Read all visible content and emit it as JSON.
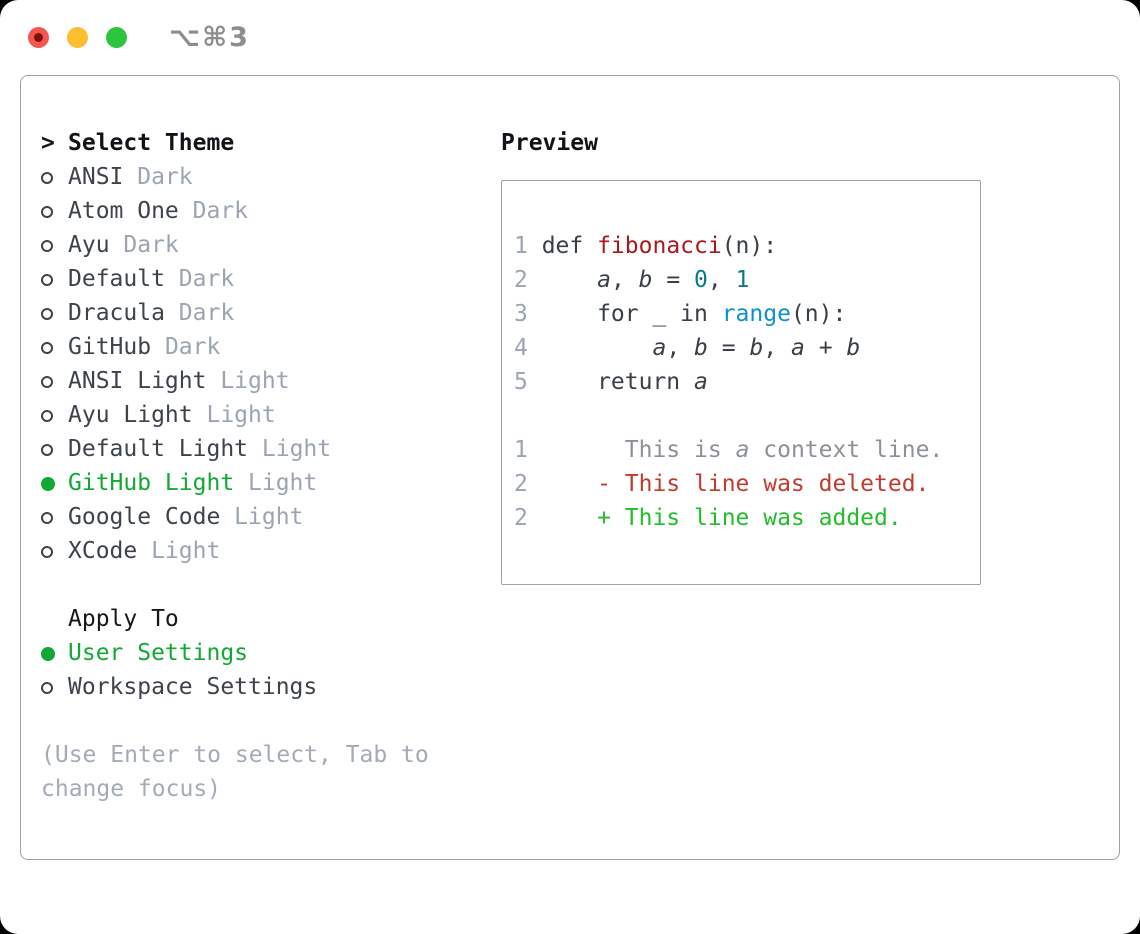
{
  "titlebar": {
    "shortcut_label": "⌥⌘3",
    "buttons": [
      "close",
      "minimize",
      "zoom"
    ]
  },
  "colors": {
    "selected_green": "#12a833",
    "muted_gray": "#9ba5b1",
    "hint_gray": "#a3abb6",
    "panel_border": "#99a1ac",
    "function_red": "#a7191f",
    "number_teal": "#0c7b80",
    "call_blue": "#1090c8",
    "diff_deleted_red": "#c23b2e",
    "diff_added_green": "#23bd2c",
    "traffic_red": "#f4564f",
    "traffic_yellow": "#fcbe31",
    "traffic_green": "#2cc53e"
  },
  "theme_panel": {
    "header": {
      "cursor": ">",
      "label": "Select Theme"
    },
    "items": [
      {
        "name": "ANSI",
        "variant": "Dark",
        "selected": false
      },
      {
        "name": "Atom One",
        "variant": "Dark",
        "selected": false
      },
      {
        "name": "Ayu",
        "variant": "Dark",
        "selected": false
      },
      {
        "name": "Default",
        "variant": "Dark",
        "selected": false
      },
      {
        "name": "Dracula",
        "variant": "Dark",
        "selected": false
      },
      {
        "name": "GitHub",
        "variant": "Dark",
        "selected": false
      },
      {
        "name": "ANSI Light",
        "variant": "Light",
        "selected": false
      },
      {
        "name": "Ayu Light",
        "variant": "Light",
        "selected": false
      },
      {
        "name": "Default Light",
        "variant": "Light",
        "selected": false
      },
      {
        "name": "GitHub Light",
        "variant": "Light",
        "selected": true
      },
      {
        "name": "Google Code",
        "variant": "Light",
        "selected": false
      },
      {
        "name": "XCode",
        "variant": "Light",
        "selected": false
      }
    ],
    "apply_to": {
      "label": "Apply To",
      "options": [
        {
          "name": "User Settings",
          "selected": true
        },
        {
          "name": "Workspace Settings",
          "selected": false
        }
      ]
    },
    "hint": "(Use Enter to select, Tab to\nchange focus)"
  },
  "preview": {
    "label": "Preview",
    "lines": [
      {
        "num": "1",
        "segments": [
          {
            "text": "def ",
            "style": "plain"
          },
          {
            "text": "fibonacci",
            "style": "func"
          },
          {
            "text": "(n):",
            "style": "plain"
          }
        ]
      },
      {
        "num": "2",
        "segments": [
          {
            "text": "    ",
            "style": "plain"
          },
          {
            "text": "a",
            "style": "var"
          },
          {
            "text": ", ",
            "style": "plain"
          },
          {
            "text": "b",
            "style": "var"
          },
          {
            "text": " = ",
            "style": "plain"
          },
          {
            "text": "0",
            "style": "num"
          },
          {
            "text": ", ",
            "style": "plain"
          },
          {
            "text": "1",
            "style": "num"
          }
        ]
      },
      {
        "num": "3",
        "segments": [
          {
            "text": "    for _ in ",
            "style": "plain"
          },
          {
            "text": "range",
            "style": "call"
          },
          {
            "text": "(n):",
            "style": "plain"
          }
        ]
      },
      {
        "num": "4",
        "segments": [
          {
            "text": "        ",
            "style": "plain"
          },
          {
            "text": "a",
            "style": "var"
          },
          {
            "text": ", ",
            "style": "plain"
          },
          {
            "text": "b",
            "style": "var"
          },
          {
            "text": " = ",
            "style": "plain"
          },
          {
            "text": "b",
            "style": "var"
          },
          {
            "text": ", ",
            "style": "plain"
          },
          {
            "text": "a",
            "style": "var"
          },
          {
            "text": " + ",
            "style": "plain"
          },
          {
            "text": "b",
            "style": "var"
          }
        ]
      },
      {
        "num": "5",
        "segments": [
          {
            "text": "    return ",
            "style": "plain"
          },
          {
            "text": "a",
            "style": "var"
          }
        ]
      },
      {
        "num": "",
        "segments": []
      },
      {
        "num": "1",
        "segments": [
          {
            "text": "      This is ",
            "style": "ctx"
          },
          {
            "text": "a",
            "style": "ctxvar"
          },
          {
            "text": " context line.",
            "style": "ctx"
          }
        ]
      },
      {
        "num": "2",
        "segments": [
          {
            "text": "    - This line was deleted.",
            "style": "del"
          }
        ]
      },
      {
        "num": "2",
        "segments": [
          {
            "text": "    + This line was added.",
            "style": "add"
          }
        ]
      }
    ]
  }
}
